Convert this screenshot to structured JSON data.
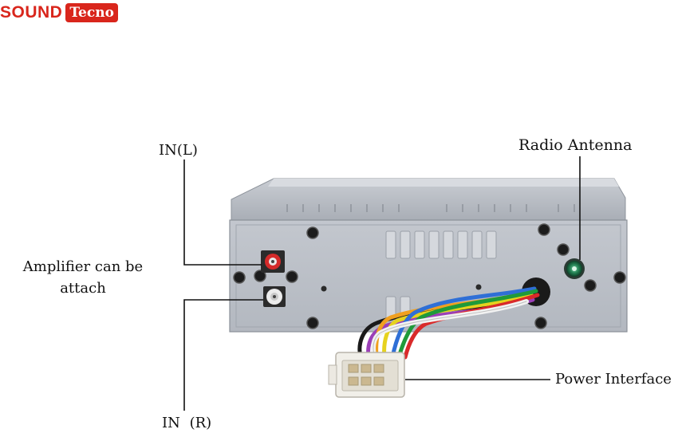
{
  "brand": {
    "name_part1": "SOUND",
    "name_part2": "Tecno",
    "color_red": "#d9261c"
  },
  "labels": {
    "in_left": "IN(L)",
    "radio_antenna": "Radio Antenna",
    "amplifier": "Amplifier can be attach",
    "power_interface": "Power Interface",
    "in_right": "IN (R)"
  },
  "wire_colors": {
    "black": "#1a1a1a",
    "white": "#f2f2f2",
    "orange": "#f0a020",
    "yellow": "#e6d21e",
    "blue": "#2f6fd6",
    "green": "#1f9a3a",
    "red": "#d92a2a",
    "purple": "#9b3fb8"
  },
  "port_colors": {
    "rca_left": "#d42a2a",
    "rca_right": "#e8e8e8",
    "antenna": "#1f7a4e"
  }
}
